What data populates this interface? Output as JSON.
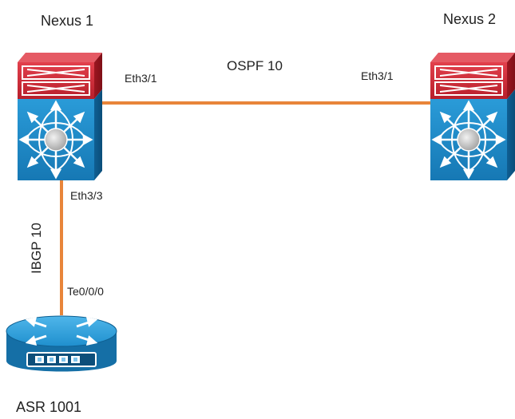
{
  "devices": {
    "nexus1": {
      "name": "Nexus 1"
    },
    "nexus2": {
      "name": "Nexus 2"
    },
    "router": {
      "name": "ASR 1001"
    }
  },
  "links": {
    "ospf": {
      "label": "OSPF 10",
      "a_iface": "Eth3/1",
      "b_iface": "Eth3/1"
    },
    "ibgp": {
      "label": "IBGP 10",
      "a_iface": "Eth3/3",
      "b_iface": "Te0/0/0"
    }
  },
  "colors": {
    "link": "#e8853a",
    "switch_top": "#d42b38",
    "switch_body": "#1f8fce",
    "router_body": "#1f8fce"
  }
}
